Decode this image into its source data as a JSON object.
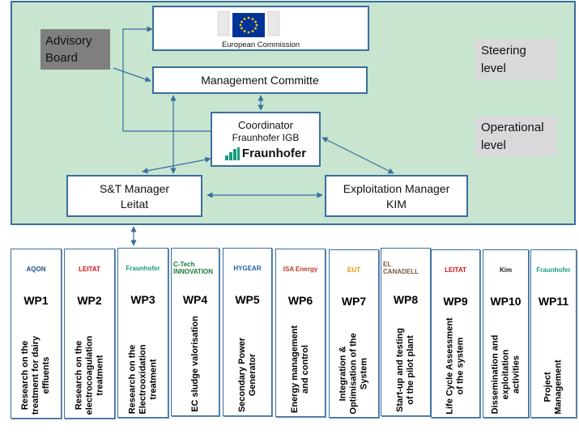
{
  "steering_level": "Steering level",
  "operational_level": "Operational level",
  "advisory_board": "Advisory Board",
  "european_commission": "European Commission",
  "management_committee": "Management Committe",
  "coordinator": {
    "title": "Coordinator",
    "org": "Fraunhofer IGB",
    "logo": "Fraunhofer"
  },
  "st_manager": {
    "title": "S&T Manager",
    "org": "Leitat"
  },
  "exploitation_manager": {
    "title": "Exploitation Manager",
    "org": "KIM"
  },
  "colors": {
    "panel": "#c8e5d0",
    "border": "#3a6e9e",
    "advisory": "#7f7f7f",
    "level": "#d9d9d9",
    "fraunhofer": "#179c7d",
    "leitat": "#d0101a",
    "eut": "#f39200"
  },
  "work_packages": [
    {
      "id": "WP1",
      "logo": "AQON",
      "lines": [
        "Research on the",
        "treatment for dairy",
        "effluents"
      ]
    },
    {
      "id": "WP2",
      "logo": "LEITAT",
      "lines": [
        "Research on the",
        "electrocoagulation",
        "treatment"
      ]
    },
    {
      "id": "WP3",
      "logo": "Fraunhofer",
      "lines": [
        "Research on the",
        "Electrooxidation",
        "treatment"
      ]
    },
    {
      "id": "WP4",
      "logo": "C-Tech INNOVATION",
      "lines": [
        "EC sludge valorisation"
      ]
    },
    {
      "id": "WP5",
      "logo": "HYGEAR",
      "lines": [
        "Secondary Power",
        "Generator"
      ]
    },
    {
      "id": "WP6",
      "logo": "ISA Energy",
      "lines": [
        "Energy management",
        "and control"
      ]
    },
    {
      "id": "WP7",
      "logo": "EUT",
      "lines": [
        "Integration &",
        "Optimisation of the",
        "System"
      ]
    },
    {
      "id": "WP8",
      "logo": "EL CANADELL",
      "lines": [
        "Start-up and testing",
        "of the pilot plant"
      ]
    },
    {
      "id": "WP9",
      "logo": "LEITAT",
      "lines": [
        "Life Cycle Assessment",
        "of the system"
      ]
    },
    {
      "id": "WP10",
      "logo": "Kim",
      "lines": [
        "Dissemination and",
        "exploitation",
        "activities"
      ]
    },
    {
      "id": "WP11",
      "logo": "Fraunhofer",
      "lines": [
        "Project",
        "Management"
      ]
    }
  ]
}
